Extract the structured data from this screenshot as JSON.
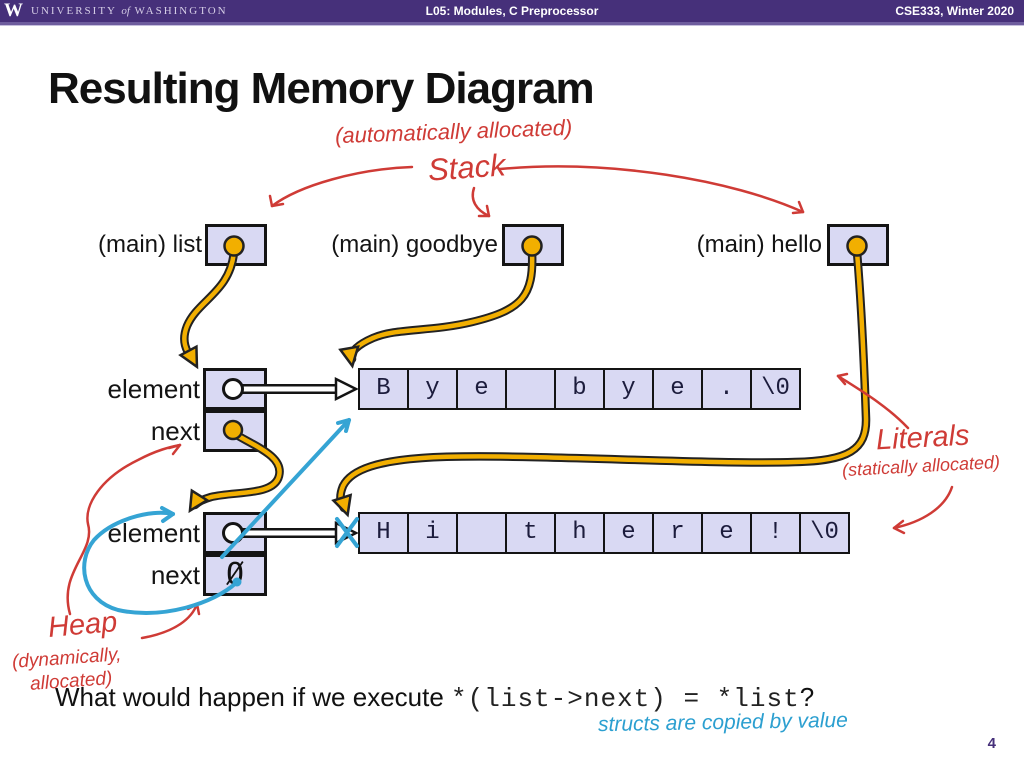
{
  "header": {
    "logo_letter": "W",
    "institution_1": "UNIVERSITY",
    "institution_of": "of",
    "institution_2": "WASHINGTON",
    "lecture": "L05:  Modules, C Preprocessor",
    "course": "CSE333, Winter 2020"
  },
  "title": "Resulting Memory Diagram",
  "annotations": {
    "auto_allocated": "(automatically  allocated)",
    "stack": "Stack",
    "literals": "Literals",
    "statically_allocated": "(statically  allocated)",
    "heap": "Heap",
    "dynamically": "(dynamically,",
    "allocated": "allocated)",
    "structs_note": "structs  are  copied  by  value"
  },
  "colors": {
    "uw_purple": "#46307a",
    "box_fill": "#d9d9f3",
    "pen_red": "#cf3b36",
    "pen_orange": "#f2af00",
    "pen_blue": "#35a4d4"
  },
  "stack_vars": [
    {
      "label": "(main) list"
    },
    {
      "label": "(main) goodbye"
    },
    {
      "label": "(main) hello"
    }
  ],
  "nodes": [
    {
      "field_1": "element",
      "field_2": "next",
      "next_value": ""
    },
    {
      "field_1": "element",
      "field_2": "next",
      "next_value": "Ø"
    }
  ],
  "strings": [
    {
      "cells": [
        "B",
        "y",
        "e",
        "",
        "b",
        "y",
        "e",
        ".",
        "\\0"
      ]
    },
    {
      "cells": [
        "H",
        "i",
        "",
        "t",
        "h",
        "e",
        "r",
        "e",
        "!",
        "\\0"
      ]
    }
  ],
  "question": {
    "prefix": "What would happen if we execute ",
    "code": "*(list->next) = *list",
    "suffix": "?"
  },
  "page_number": "4"
}
